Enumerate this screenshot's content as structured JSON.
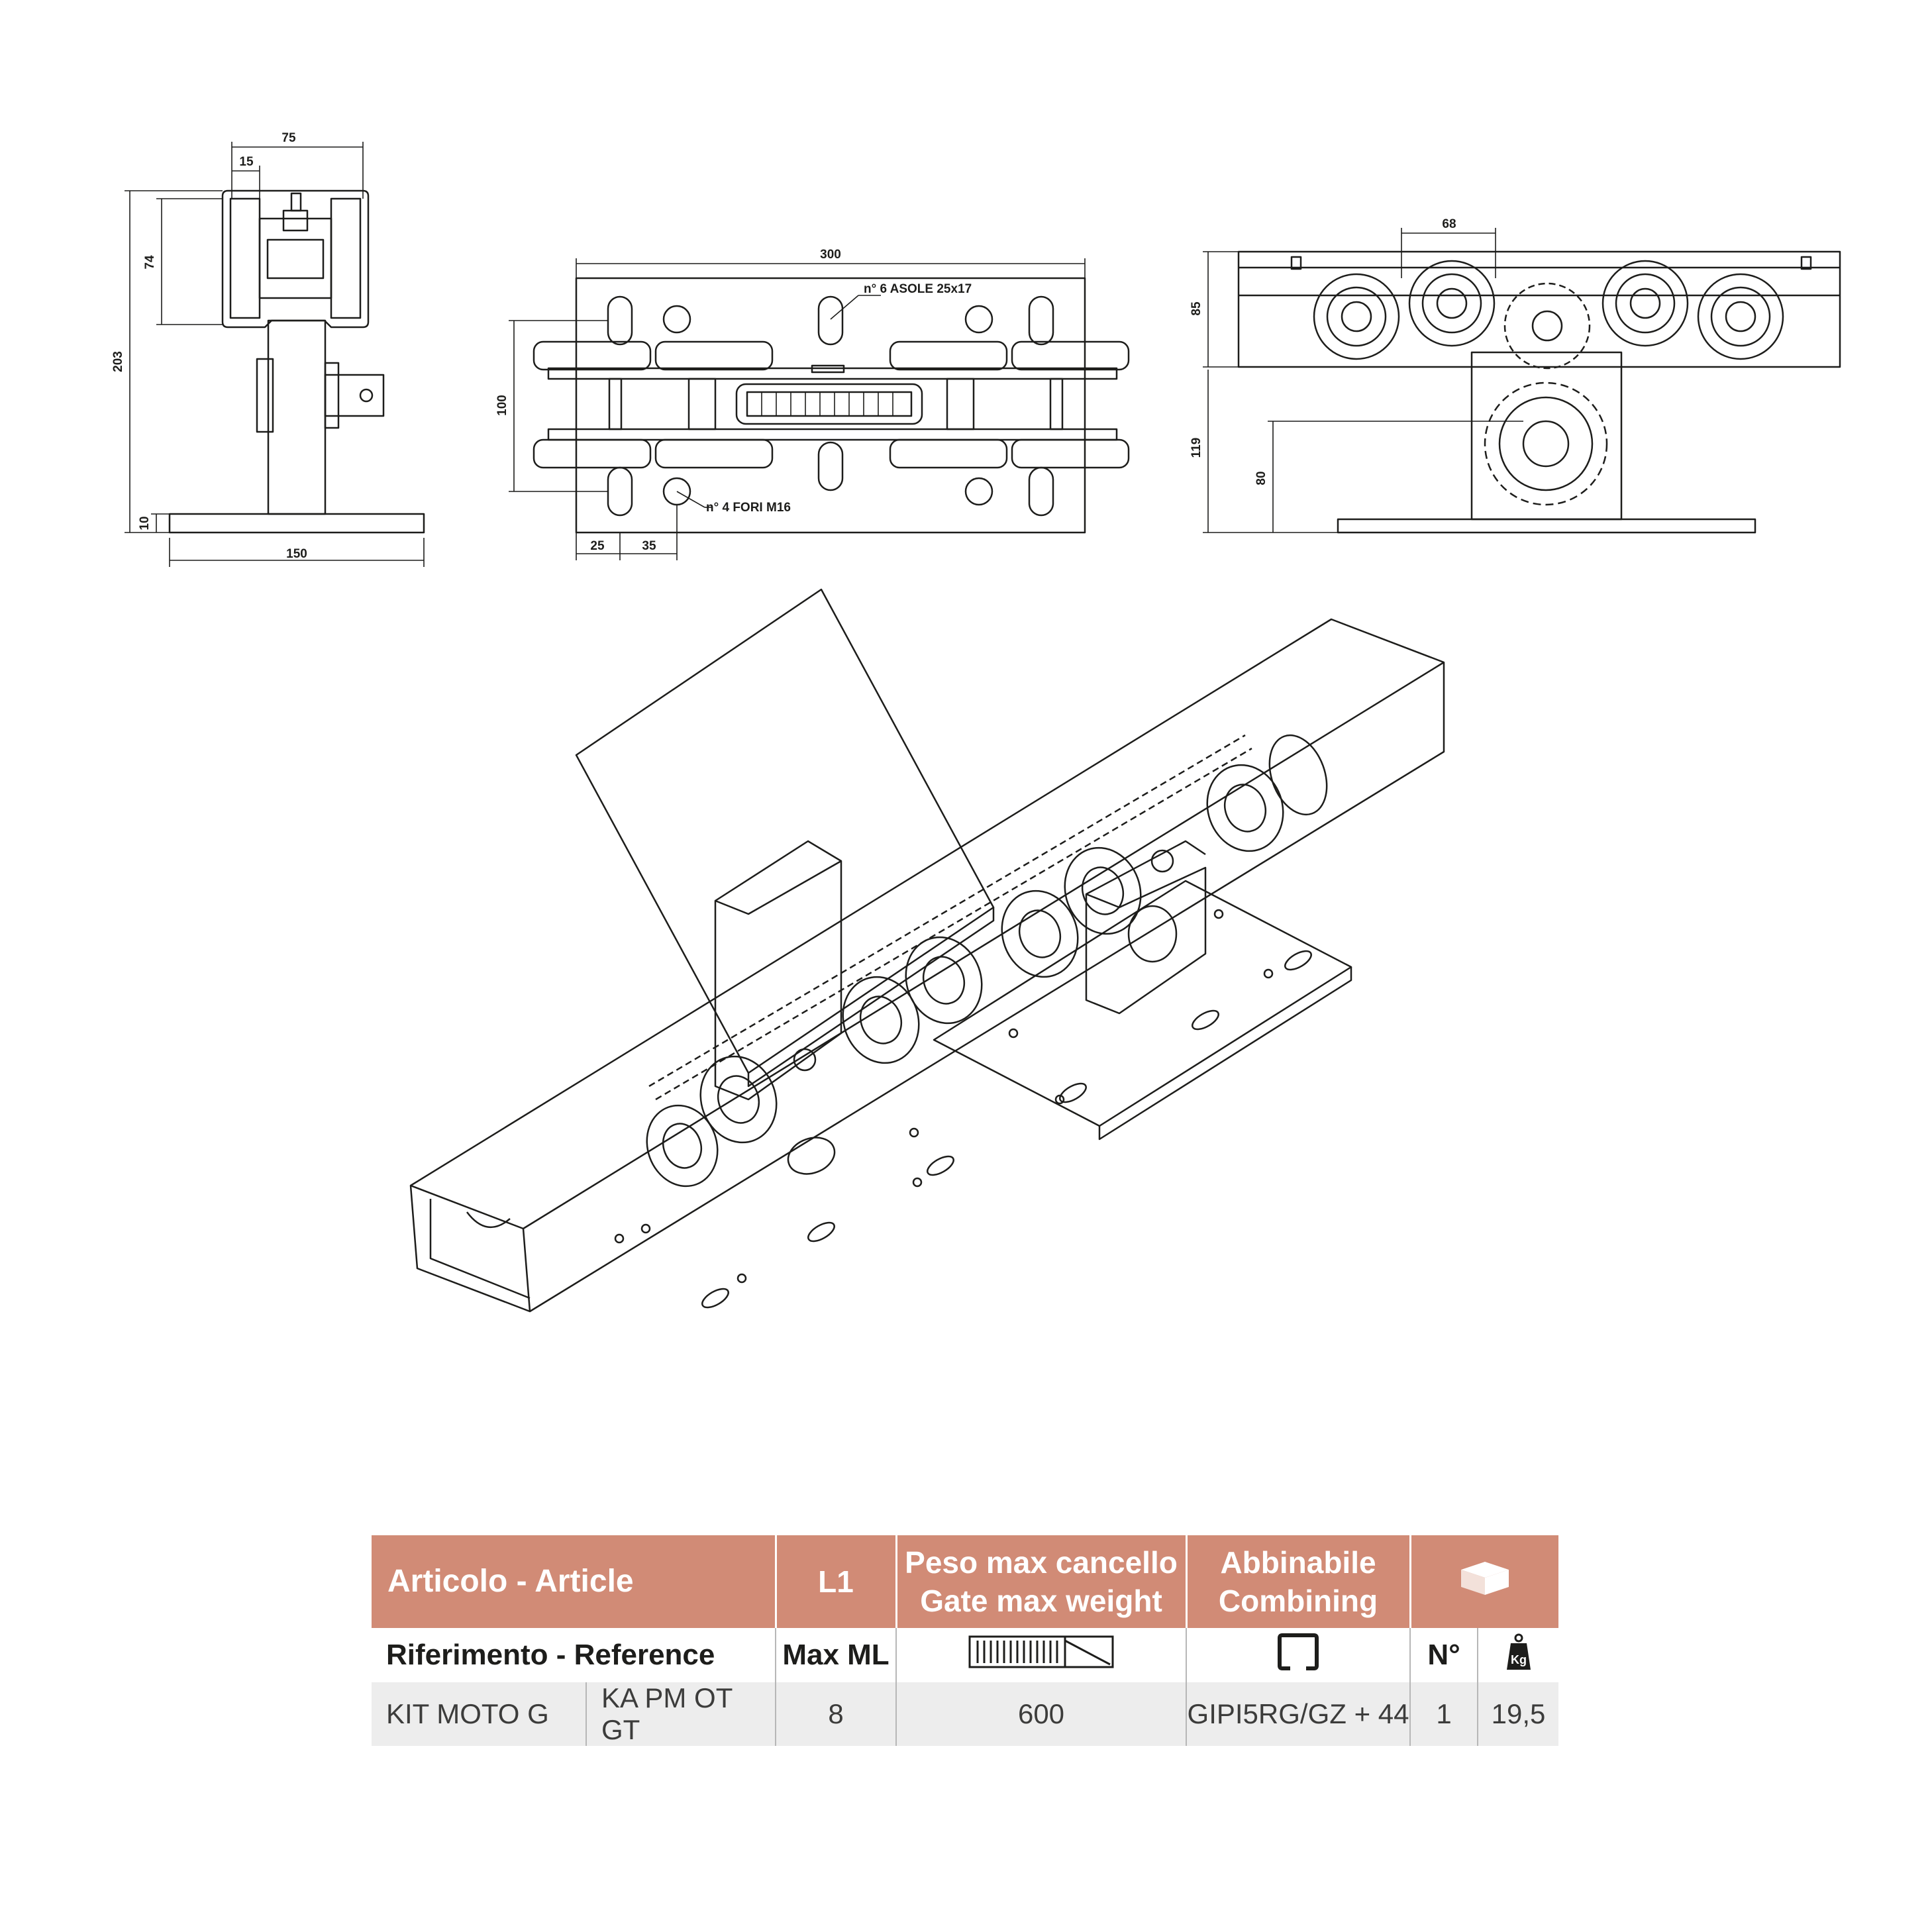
{
  "dimensions": {
    "side_view": {
      "width_top": "75",
      "wheel_width": "15",
      "upper_height": "74",
      "total_height": "203",
      "base_thickness": "10",
      "base_width": "150"
    },
    "top_view": {
      "length": "300",
      "width": "100",
      "slots_note": "n° 6 ASOLE 25x17",
      "holes_note": "n° 4 FORI M16",
      "offset_1": "25",
      "offset_2": "35"
    },
    "front_view": {
      "wheel_pitch": "68",
      "upper_height": "85",
      "lower_height": "119",
      "shaft_height": "80"
    }
  },
  "table": {
    "headers": {
      "article": "Articolo - Article",
      "l1": "L1",
      "weight_line1": "Peso max cancello",
      "weight_line2": "Gate max weight",
      "combining_line1": "Abbinabile",
      "combining_line2": "Combining",
      "package_icon": "box-icon"
    },
    "subheaders": {
      "reference": "Riferimento - Reference",
      "max_ml": "Max ML",
      "weight_icon": "gate-icon",
      "profile_icon": "profile-section-icon",
      "count": "N°",
      "kg_icon": "weight-kg-icon",
      "kg_label": "Kg"
    },
    "rows": [
      {
        "article": "KIT MOTO G",
        "reference": "KA PM OT GT",
        "l1": "8",
        "max_weight": "600",
        "combining": "GIPI5RG/GZ + 44",
        "count": "1",
        "kg": "19,5"
      }
    ]
  },
  "colors": {
    "header_bg": "#d18b76",
    "row_bg": "#ededed",
    "line": "#1d1d1b"
  }
}
